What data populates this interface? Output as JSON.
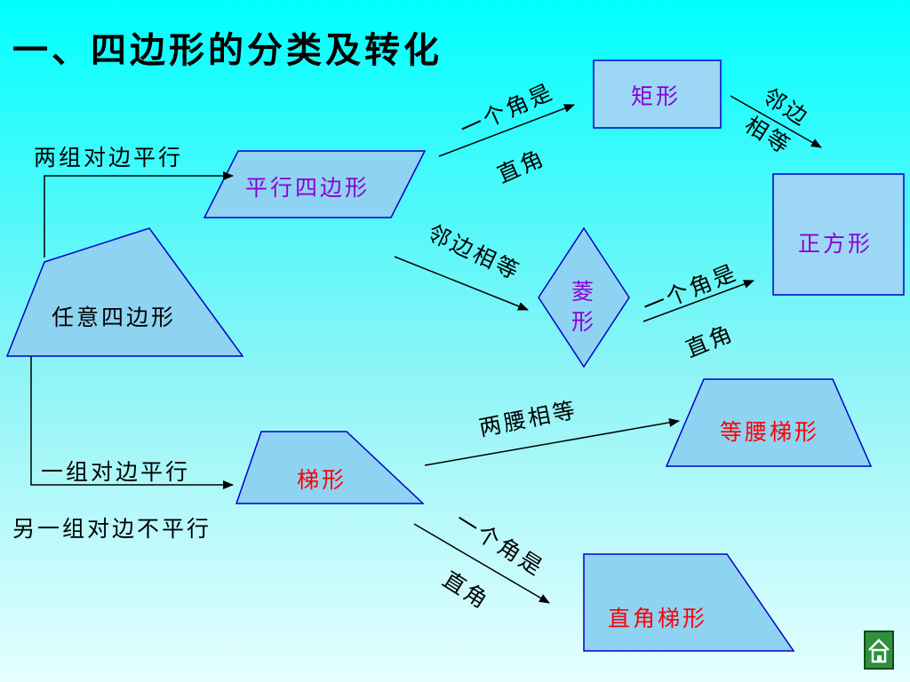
{
  "title": "一、四边形的分类及转化",
  "colors": {
    "shape_fill": "#8fd3f2",
    "shape_stroke": "#0000cc",
    "rect_fill": "#9cd8f5",
    "purple_text": "#8a00d8",
    "red_text": "#ff0000",
    "home_button_bg": "#2f8f3f"
  },
  "nodes": {
    "arbitrary": "任意四边形",
    "parallelogram": "平行四边形",
    "rectangle": "矩形",
    "rhombus": "菱形",
    "square": "正方形",
    "trapezoid": "梯形",
    "isosceles_trapezoid": "等腰梯形",
    "right_trapezoid": "直角梯形"
  },
  "conditions": {
    "two_pairs_parallel": "两组对边平行",
    "one_pair_parallel": "一组对边平行",
    "other_pair_not_parallel": "另一组对边不平行",
    "one_right_angle_1": "一个角是",
    "right_angle_1": "直角",
    "adjacent_equal_1": "邻边",
    "adjacent_equal_2": "相等",
    "adjacent_sides_equal": "邻边相等",
    "one_right_angle_2": "一个角是",
    "right_angle_2": "直角",
    "legs_equal": "两腰相等",
    "one_right_angle_3": "一个角是",
    "right_angle_3": "直角"
  },
  "home_icon": "home-icon"
}
